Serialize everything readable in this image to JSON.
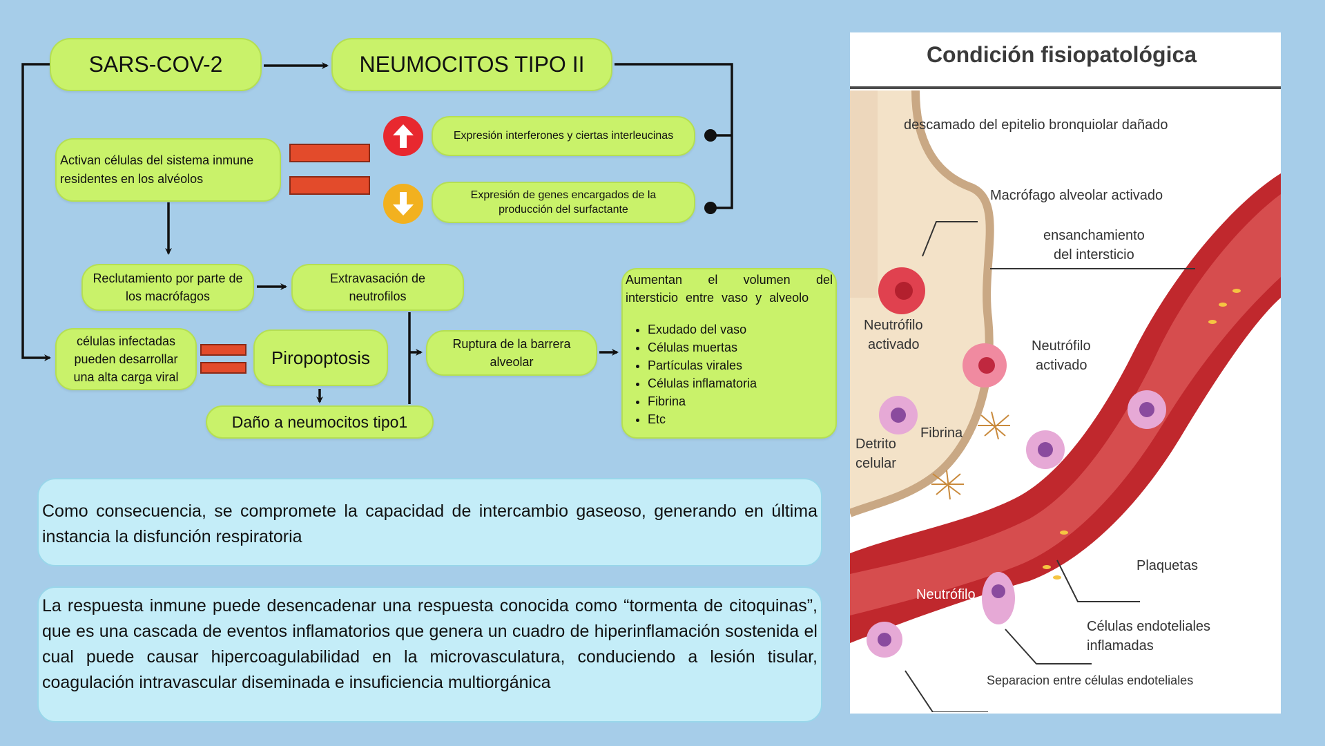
{
  "flow": {
    "sars": "SARS-COV-2",
    "neumocitos": "NEUMOCITOS TIPO II",
    "activan": "Activan células del sistema inmune residentes en los alvéolos",
    "interferones": "Expresión interferones y ciertas interleucinas",
    "genes": "Expresión de genes encargados de la producción del surfactante",
    "reclutamiento": "Reclutamiento por parte de los macrófagos",
    "extravasacion": "Extravasación de neutrofilos",
    "infectadas": "células infectadas pueden desarrollar una alta carga viral",
    "piropoptosis": "Piropoptosis",
    "dano": "Daño a neumocitos tipo1",
    "ruptura": "Ruptura de la barrera alveolar",
    "aumentan_title": "Aumentan el volumen del intersticio entre vaso y alveolo",
    "aumentan_items": [
      "Exudado del vaso",
      "Células muertas",
      "Partículas virales",
      "Células inflamatoria",
      "Fibrina",
      "Etc"
    ]
  },
  "icons": {
    "up": "arrow-up-icon",
    "down": "arrow-down-icon",
    "up_color": "#e8282f",
    "down_color": "#f2b11f"
  },
  "text_boxes": {
    "consecuencia": "Como consecuencia, se compromete la capacidad de intercambio gaseoso, generando en última instancia la disfunción respiratoria",
    "respuesta": "La respuesta inmune puede desencadenar una respuesta conocida como “tormenta de citoquinas”, que es una cascada de eventos inflamatorios que genera un cuadro de hiperinflamación sostenida el cual puede causar hipercoagulabilidad en la microvasculatura, conduciendo a lesión tisular, coagulación intravascular diseminada e insuficiencia multiorgánica"
  },
  "illustration": {
    "title": "Condición fisiopatológica",
    "labels": {
      "descamado": "descamado del epitelio bronquiolar dañado",
      "macrofago": "Macrófago alveolar activado",
      "ensanchamiento_1": "ensanchamiento",
      "ensanchamiento_2": "del intersticio",
      "neutrofilo_act_1a": "Neutrófilo",
      "neutrofilo_act_1b": "activado",
      "neutrofilo_act_2a": "Neutrófilo",
      "neutrofilo_act_2b": "activado",
      "detrito_a": "Detrito",
      "detrito_b": "celular",
      "fibrina": "Fibrina",
      "plaquetas": "Plaquetas",
      "neutrofilo": "Neutrófilo",
      "endoteliales_a": "Células endoteliales",
      "endoteliales_b": "inflamadas",
      "separacion": "Separacion entre células endoteliales"
    },
    "colors": {
      "vessel": "#c0282d",
      "vessel_light": "#dd5a5a",
      "tissue": "#f3e2c8",
      "macrophage": "#e0414f",
      "neutrophil": "#e6a9d6"
    }
  }
}
